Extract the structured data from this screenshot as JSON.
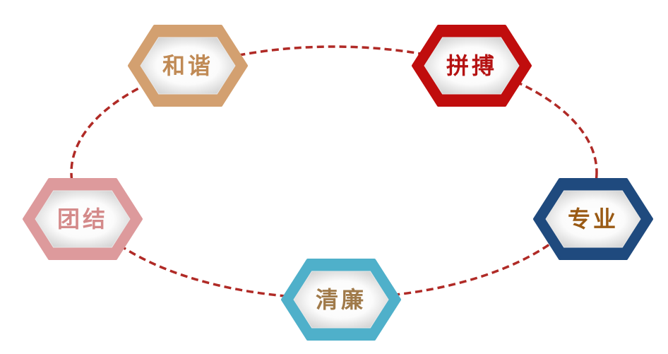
{
  "diagram": {
    "connector_color": "#b02a26",
    "nodes": [
      {
        "id": "hexie",
        "label": "和谐",
        "border_color": "#d3a070",
        "text_color": "#c08a55"
      },
      {
        "id": "pinbo",
        "label": "拼搏",
        "border_color": "#c00d0d",
        "text_color": "#b51212"
      },
      {
        "id": "zhuanye",
        "label": "专业",
        "border_color": "#1f4a7e",
        "text_color": "#9a5a14"
      },
      {
        "id": "qinglian",
        "label": "清廉",
        "border_color": "#4fb0ca",
        "text_color": "#a07a4a"
      },
      {
        "id": "tuanjie",
        "label": "团结",
        "border_color": "#dd9a9c",
        "text_color": "#d48a8a"
      }
    ]
  }
}
